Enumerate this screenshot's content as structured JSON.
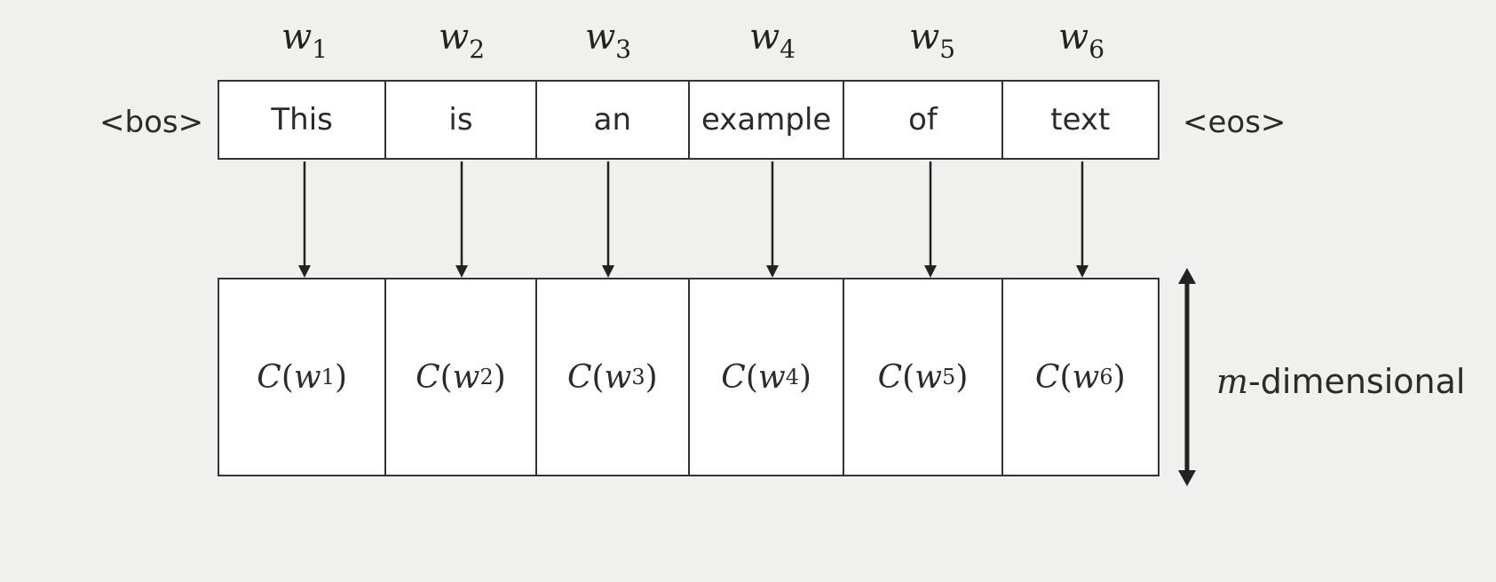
{
  "words": [
    {
      "symbol": "w",
      "index": "1",
      "token": "This",
      "embedding_fn": "C",
      "embedding_arg": "w",
      "embedding_index": "1"
    },
    {
      "symbol": "w",
      "index": "2",
      "token": "is",
      "embedding_fn": "C",
      "embedding_arg": "w",
      "embedding_index": "2"
    },
    {
      "symbol": "w",
      "index": "3",
      "token": "an",
      "embedding_fn": "C",
      "embedding_arg": "w",
      "embedding_index": "3"
    },
    {
      "symbol": "w",
      "index": "4",
      "token": "example",
      "embedding_fn": "C",
      "embedding_arg": "w",
      "embedding_index": "4"
    },
    {
      "symbol": "w",
      "index": "5",
      "token": "of",
      "embedding_fn": "C",
      "embedding_arg": "w",
      "embedding_index": "5"
    },
    {
      "symbol": "w",
      "index": "6",
      "token": "text",
      "embedding_fn": "C",
      "embedding_arg": "w",
      "embedding_index": "6"
    }
  ],
  "bos_label": "<bos>",
  "eos_label": "<eos>",
  "dimension": {
    "variable": "m",
    "suffix": "-dimensional"
  },
  "colors": {
    "background": "#f0f0ee",
    "stroke": "#333333",
    "cell_fill": "#ffffff"
  }
}
